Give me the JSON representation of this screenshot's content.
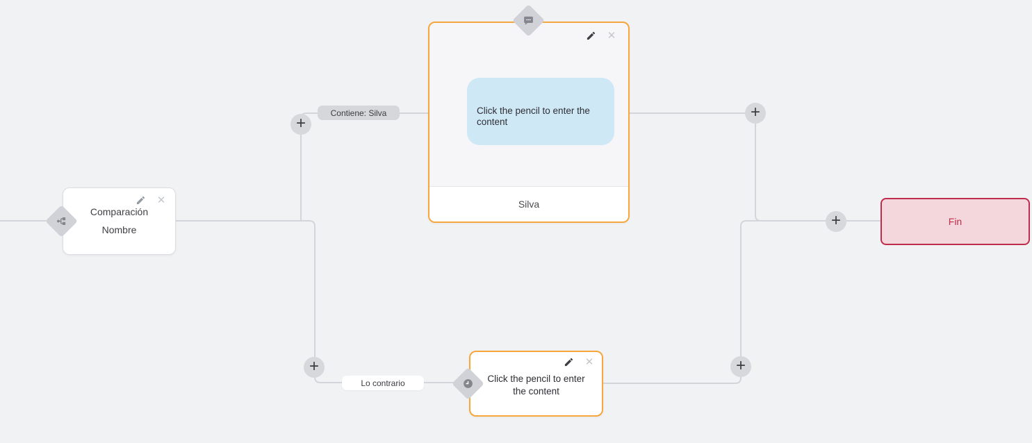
{
  "controls": {
    "add_label": "+",
    "close_glyph": "✕"
  },
  "edges": {
    "top_label": "Contiene: Silva",
    "bottom_label": "Lo contrario"
  },
  "nodes": {
    "comparison": {
      "line1": "Comparación",
      "line2": "Nombre"
    },
    "message": {
      "content_placeholder": "Click the pencil to enter the content",
      "footer_label": "Silva"
    },
    "wait": {
      "content_placeholder": "Click the pencil to enter the content"
    },
    "end": {
      "label": "Fin"
    }
  },
  "colors": {
    "accent_orange": "#f6a63b",
    "accent_red": "#bf2c4c",
    "bubble_blue": "#cfe8f6",
    "line_gray": "#d4d5da"
  }
}
